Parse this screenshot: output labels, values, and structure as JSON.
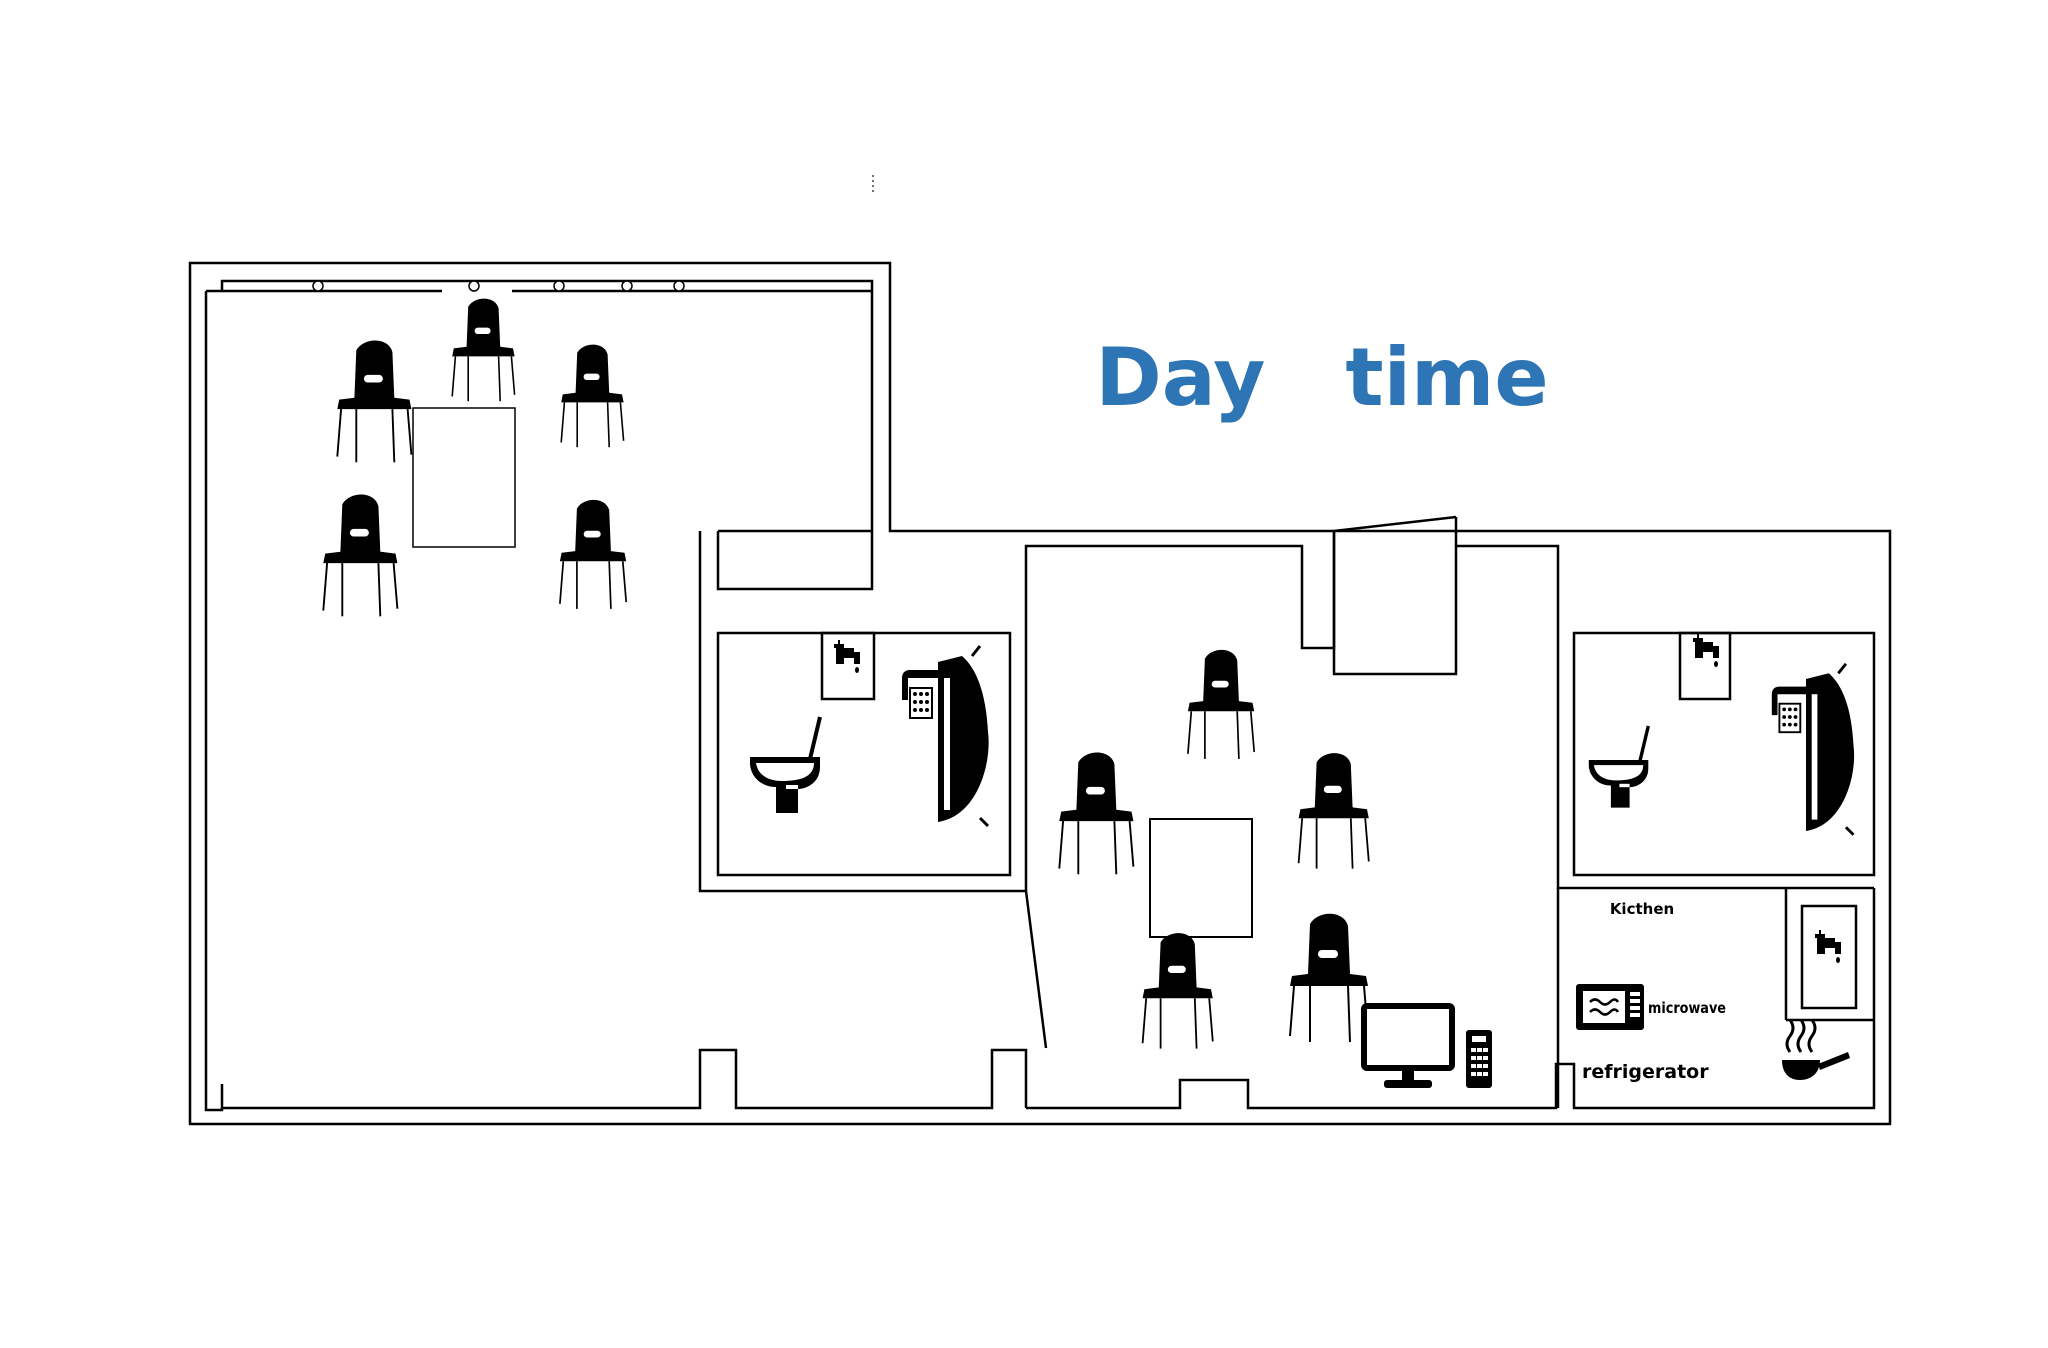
{
  "title": "Day　time",
  "labels": {
    "kitchen": "Kicthen",
    "microwave": "microwave",
    "refrigerator": "refrigerator"
  },
  "colors": {
    "title": "#2e75b6",
    "wall": "#000000",
    "furniture": "#000000",
    "background": "#ffffff"
  },
  "icons": [
    "chair-icon",
    "table",
    "toilet-icon",
    "bathtub-icon",
    "faucet-icon",
    "tv-icon",
    "remote-icon",
    "microwave-icon",
    "frying-pan-icon"
  ]
}
